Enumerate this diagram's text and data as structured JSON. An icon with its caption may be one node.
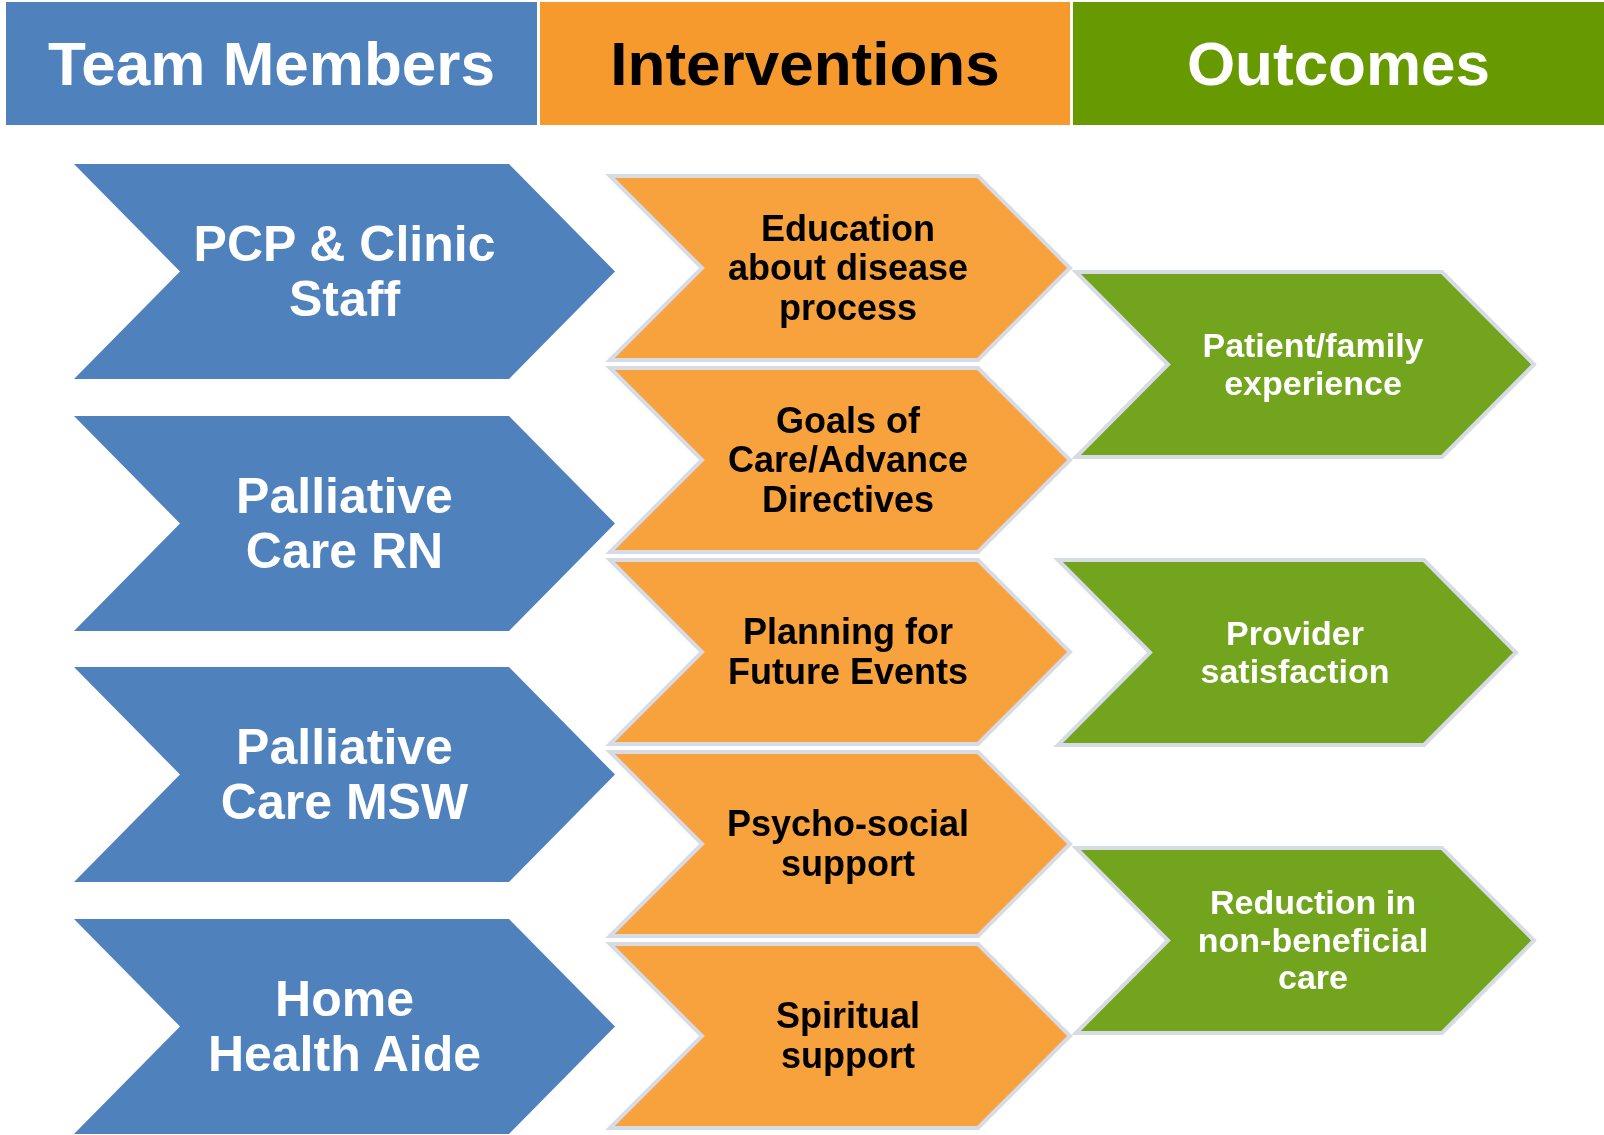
{
  "diagram": {
    "nodes": [
      {
        "text": [
          "Team Members"
        ]
      },
      {
        "text": [
          "Interventions"
        ]
      },
      {
        "text": [
          "Outcomes"
        ]
      },
      {
        "text": [
          "PCP & Clinic Staff"
        ]
      },
      {
        "text": [
          "Palliative Care RN"
        ]
      },
      {
        "text": [
          "Palliative Care MSW"
        ]
      },
      {
        "text": [
          "Home Health Aide"
        ]
      },
      {
        "text": [
          "Education about disease process"
        ]
      },
      {
        "text": [
          "Goals of Care/Advance Directives"
        ]
      },
      {
        "text": [
          "Planning for Future Events"
        ]
      },
      {
        "text": [
          "Psycho-social support"
        ]
      },
      {
        "text": [
          "Spiritual support"
        ]
      },
      {
        "text": [
          "Patient/family experience"
        ]
      },
      {
        "text": [
          "Provider satisfaction"
        ]
      },
      {
        "text": [
          "Reduction in non-beneficial care"
        ]
      }
    ],
    "edges": []
  }
}
